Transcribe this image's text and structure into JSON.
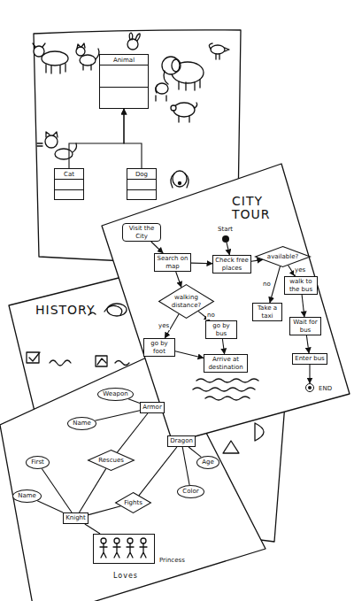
{
  "diagram": {
    "nodes": [
      {
        "text": [
          "Animal"
        ]
      },
      {
        "text": [
          "Cat"
        ]
      },
      {
        "text": [
          "Dog"
        ]
      },
      {
        "text": [
          "Visit the City"
        ]
      },
      {
        "text": [
          "Start"
        ]
      },
      {
        "text": [
          "Search on map"
        ]
      },
      {
        "text": [
          "Check free places"
        ]
      },
      {
        "text": [
          "available?"
        ]
      },
      {
        "text": [
          "walking distance?"
        ]
      },
      {
        "text": [
          "go by foot"
        ]
      },
      {
        "text": [
          "go by bus"
        ]
      },
      {
        "text": [
          "walk to the bus"
        ]
      },
      {
        "text": [
          "Take a taxi"
        ]
      },
      {
        "text": [
          "Wait for bus"
        ]
      },
      {
        "text": [
          "Arrive at destination"
        ]
      },
      {
        "text": [
          "Enter bus"
        ]
      },
      {
        "text": [
          "END"
        ]
      },
      {
        "text": [
          "First"
        ]
      },
      {
        "text": [
          "Name"
        ]
      },
      {
        "text": [
          "Weapon"
        ]
      },
      {
        "text": [
          "Armor"
        ]
      },
      {
        "text": [
          "Rescues"
        ]
      },
      {
        "text": [
          "Dragon"
        ]
      },
      {
        "text": [
          "Age"
        ]
      },
      {
        "text": [
          "Color"
        ]
      },
      {
        "text": [
          "Name"
        ]
      },
      {
        "text": [
          "Knight"
        ]
      },
      {
        "text": [
          "Fights"
        ]
      },
      {
        "text": [
          "Princess"
        ]
      }
    ],
    "edges": [
      {
        "from": 1,
        "to": 0,
        "arrow": "to"
      },
      {
        "from": 2,
        "to": 0,
        "arrow": "to"
      },
      {
        "from": 3,
        "to": 5,
        "arrow": "to"
      },
      {
        "from": 5,
        "to": 8,
        "arrow": "to"
      },
      {
        "from": 8,
        "to": 9,
        "arrow": "to",
        "label": "yes"
      },
      {
        "from": 8,
        "to": 10,
        "arrow": "to",
        "label": "no"
      },
      {
        "from": 9,
        "to": 14,
        "arrow": "to"
      },
      {
        "from": 10,
        "to": 14,
        "arrow": "to"
      },
      {
        "from": 4,
        "to": 6,
        "arrow": "to"
      },
      {
        "from": 5,
        "to": 6,
        "arrow": "to"
      },
      {
        "from": 6,
        "to": 7,
        "arrow": "to"
      },
      {
        "from": 7,
        "to": 11,
        "arrow": "to",
        "label": "yes"
      },
      {
        "from": 7,
        "to": 12,
        "arrow": "to",
        "label": "no"
      },
      {
        "from": 11,
        "to": 13,
        "arrow": "to"
      },
      {
        "from": 13,
        "to": 15,
        "arrow": "to"
      },
      {
        "from": 15,
        "to": 16,
        "arrow": "to"
      },
      {
        "from": 17,
        "to": 26,
        "arrow": "none"
      },
      {
        "from": 25,
        "to": 26,
        "arrow": "none"
      },
      {
        "from": 18,
        "to": 20,
        "arrow": "none"
      },
      {
        "from": 19,
        "to": 20,
        "arrow": "none"
      },
      {
        "from": 21,
        "to": 20,
        "arrow": "none"
      },
      {
        "from": 26,
        "to": 21,
        "arrow": "none"
      },
      {
        "from": 26,
        "to": 27,
        "arrow": "none"
      },
      {
        "from": 27,
        "to": 22,
        "arrow": "none"
      },
      {
        "from": 22,
        "to": 23,
        "arrow": "none"
      },
      {
        "from": 22,
        "to": 24,
        "arrow": "none"
      },
      {
        "from": 26,
        "to": 28,
        "arrow": "none"
      }
    ],
    "labels": [
      "CITY TOUR",
      "HISTORY",
      "Loves"
    ]
  }
}
